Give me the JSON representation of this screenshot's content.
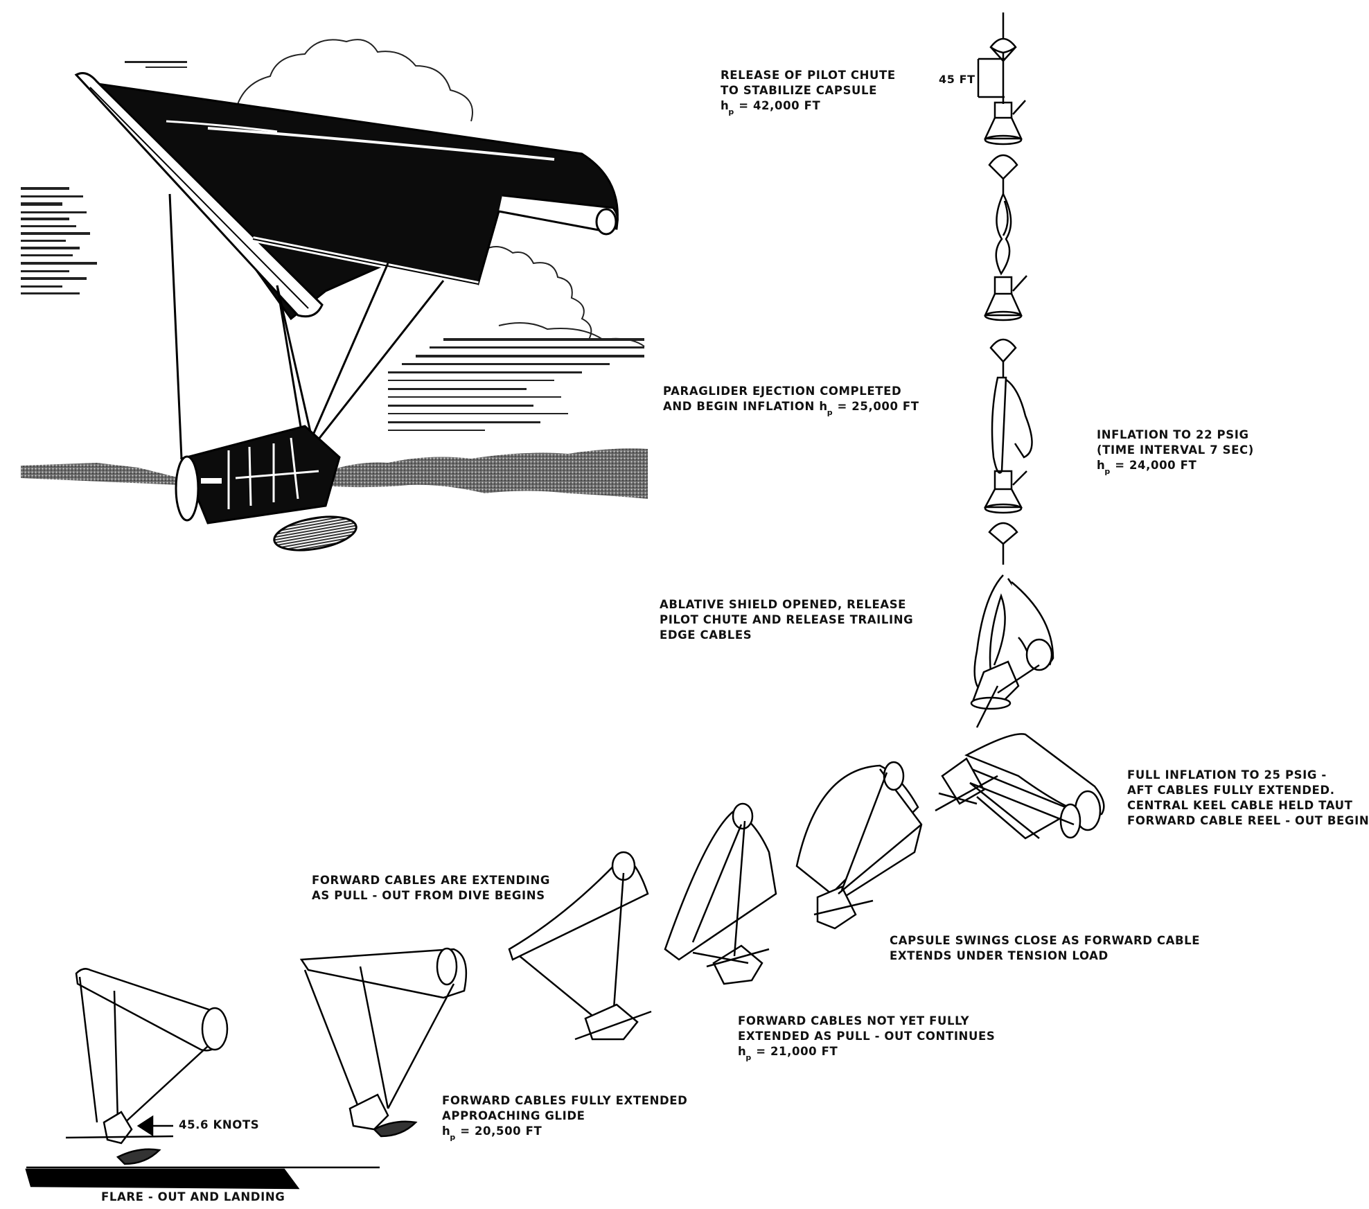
{
  "labels": {
    "pilot_chute": {
      "line1": "RELEASE OF PILOT CHUTE",
      "line2": "TO STABILIZE CAPSULE",
      "h": "h",
      "sub": "p",
      "alt": "= 42,000 FT"
    },
    "separation": "45 FT",
    "ejection": {
      "line1": "PARAGLIDER EJECTION COMPLETED",
      "line2": "AND BEGIN INFLATION",
      "h": "h",
      "sub": "p",
      "alt": "= 25,000 FT"
    },
    "inflation": {
      "line1": "INFLATION TO 22 PSIG",
      "line2": "(TIME INTERVAL 7 SEC)",
      "h": "h",
      "sub": "p",
      "alt": "= 24,000 FT"
    },
    "ablative": {
      "line1": "ABLATIVE SHIELD OPENED, RELEASE",
      "line2": "PILOT CHUTE AND RELEASE TRAILING",
      "line3": "EDGE CABLES"
    },
    "full_inflation": {
      "line1": "FULL INFLATION TO 25 PSIG -",
      "line2": "AFT CABLES FULLY EXTENDED.",
      "line3": "CENTRAL KEEL CABLE HELD TAUT",
      "line4": "FORWARD CABLE REEL - OUT BEGINS"
    },
    "forward_extending": {
      "line1": "FORWARD CABLES ARE EXTENDING",
      "line2": "AS PULL - OUT FROM DIVE BEGINS"
    },
    "capsule_swings": {
      "line1": "CAPSULE SWINGS CLOSE AS FORWARD CABLE",
      "line2": "EXTENDS UNDER TENSION LOAD"
    },
    "not_fully": {
      "line1": "FORWARD CABLES NOT YET FULLY",
      "line2": "EXTENDED AS PULL - OUT CONTINUES",
      "h": "h",
      "sub": "p",
      "alt": "= 21,000 FT"
    },
    "fully_extended": {
      "line1": "FORWARD CABLES FULLY EXTENDED",
      "line2": "APPROACHING GLIDE",
      "h": "h",
      "sub": "p",
      "alt": "= 20,500 FT"
    },
    "speed": "45.6 KNOTS",
    "landing": "FLARE - OUT AND LANDING"
  }
}
